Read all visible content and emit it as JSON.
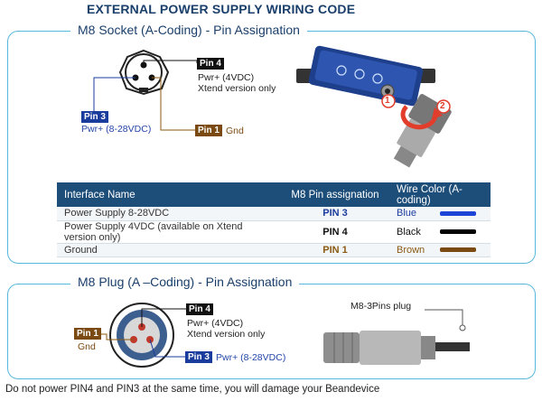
{
  "main_title": "EXTERNAL POWER SUPPLY WIRING CODE",
  "socket": {
    "title": "M8 Socket (A-Coding) - Pin Assignation",
    "pin4": {
      "label": "Pin 4",
      "desc_line1": "Pwr+ (4VDC)",
      "desc_line2": "Xtend version only"
    },
    "pin3": {
      "label": "Pin 3",
      "desc": "Pwr+ (8-28VDC)"
    },
    "pin1": {
      "label": "Pin 1",
      "desc": "Gnd"
    },
    "step1": "1",
    "step2": "2"
  },
  "table": {
    "headers": [
      "Interface Name",
      "M8 Pin assignation",
      "Wire Color (A-coding)"
    ],
    "rows": [
      {
        "name": "Power Supply 8-28VDC",
        "pin": "PIN 3",
        "pin_color": "#1a3c9c",
        "wire": "Blue",
        "wire_color": "#1c44d6"
      },
      {
        "name": "Power Supply 4VDC (available on Xtend version only)",
        "pin": "PIN 4",
        "pin_color": "#111111",
        "wire": "Black",
        "wire_color": "#000000"
      },
      {
        "name": "Ground",
        "pin": "PIN 1",
        "pin_color": "#8a5a12",
        "wire": "Brown",
        "wire_color": "#7a4a12"
      }
    ]
  },
  "plug": {
    "title": "M8 Plug (A –Coding) - Pin Assignation",
    "pin4": {
      "label": "Pin 4",
      "desc_line1": "Pwr+ (4VDC)",
      "desc_line2": "Xtend version only"
    },
    "pin1": {
      "label": "Pin 1",
      "desc": "Gnd"
    },
    "pin3": {
      "label": "Pin 3",
      "desc": "Pwr+ (8-28VDC)"
    },
    "connector_label": "M8-3Pins plug"
  },
  "footer": "Do not power PIN4 and PIN3 at the same time, you will damage your Beandevice",
  "colors": {
    "accent": "#58b7dc",
    "navy": "#1d4e79",
    "blue": "#1a3c9c",
    "brown": "#7a4a12"
  }
}
